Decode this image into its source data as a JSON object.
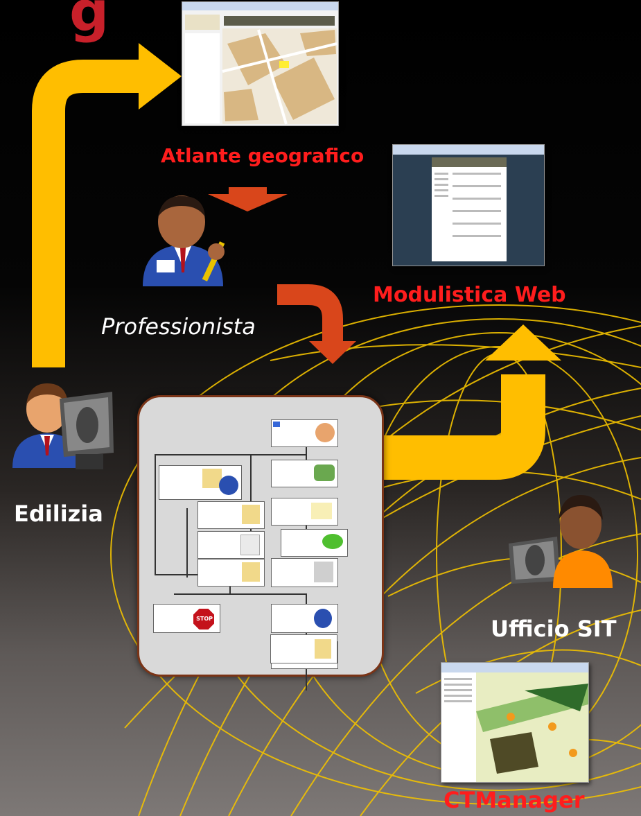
{
  "labels": {
    "atlante": "Atlante geografico",
    "modulistica": "Modulistica Web",
    "professionista": "Professionista",
    "edilizia": "Edilizia",
    "ufficio_sit": "Ufficio SIT",
    "ctmanager": "CTManager"
  },
  "flowchart": {
    "stop_label": "STOP"
  },
  "colors": {
    "label_red": "#ff1d1d",
    "arrow_yellow": "#ffbe00",
    "arrow_orange": "#d9461b",
    "grid_yellow": "#f2c200",
    "flow_border": "#7a3417"
  },
  "icons": [
    "map-screenshot-icon",
    "web-form-screenshot-icon",
    "professional-person-icon",
    "edilizia-operator-icon",
    "sit-operator-icon",
    "ctmanager-screenshot-icon",
    "stop-sign-icon"
  ]
}
